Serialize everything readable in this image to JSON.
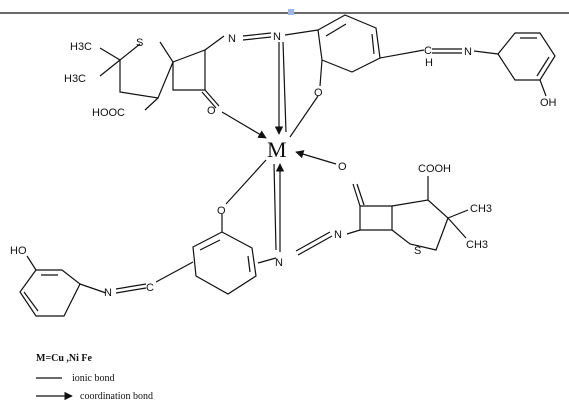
{
  "molecule": {
    "atoms": {
      "metal": "M",
      "upper_left": {
        "ch3_a": "H3C",
        "ch3_b": "H3C",
        "s": "S",
        "acid": "HOOC",
        "o_ketone": "O",
        "azo_n1": "N",
        "azo_n2": "N",
        "phenol_o": "O",
        "imine_ch": "C",
        "imine_h": "H",
        "imine_n": "N",
        "oh": "OH"
      },
      "lower_right": {
        "acid": "COOH",
        "o_ketone": "O",
        "ch3_a": "CH3",
        "ch3_b": "CH3",
        "s": "S",
        "azo_n1": "N",
        "azo_n2": "N",
        "phenol_o": "O",
        "imine_c": "C",
        "imine_n": "N",
        "ho": "HO"
      }
    }
  },
  "legend": {
    "metal_definition": "M=Cu ,Ni Fe",
    "ionic_label": "ionic bond",
    "coordination_label": "coordination bond"
  }
}
